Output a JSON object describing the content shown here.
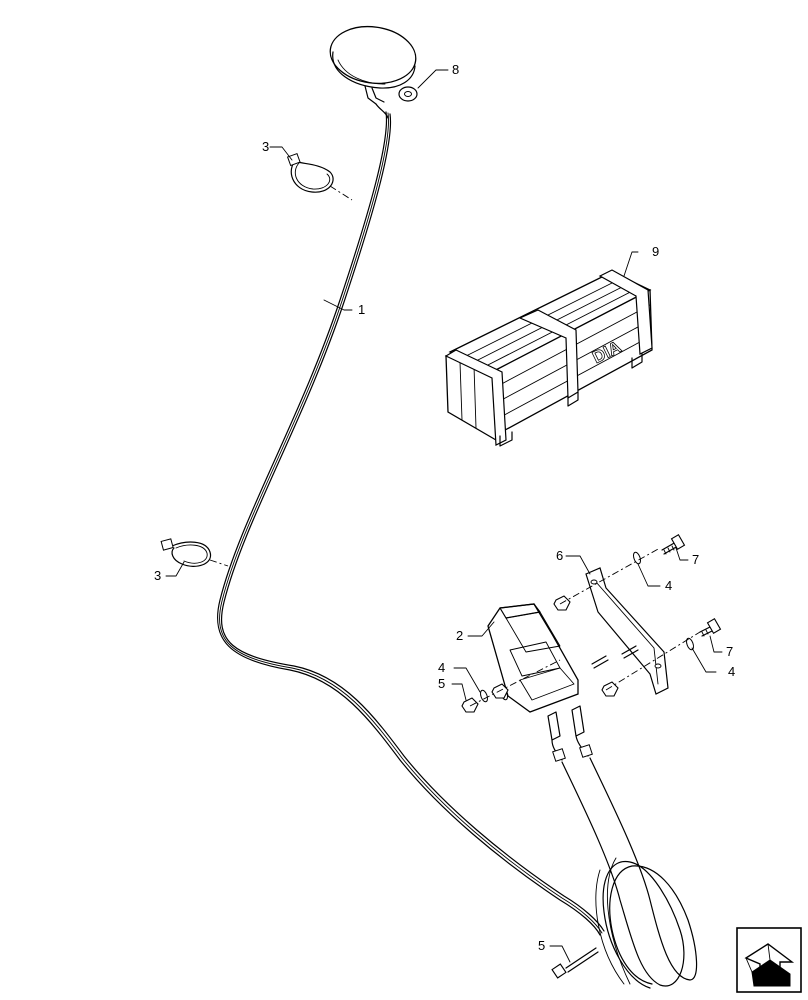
{
  "callouts": {
    "c1": "1",
    "c2": "2",
    "c3a": "3",
    "c3b": "3",
    "c4a": "4",
    "c4b": "4",
    "c4c": "4",
    "c5a": "5",
    "c5b": "5",
    "c6": "6",
    "c7a": "7",
    "c7b": "7",
    "c8": "8",
    "c9": "9"
  },
  "crate_marking": "DIA",
  "nav_icon": "previous-page-arrow-icon"
}
